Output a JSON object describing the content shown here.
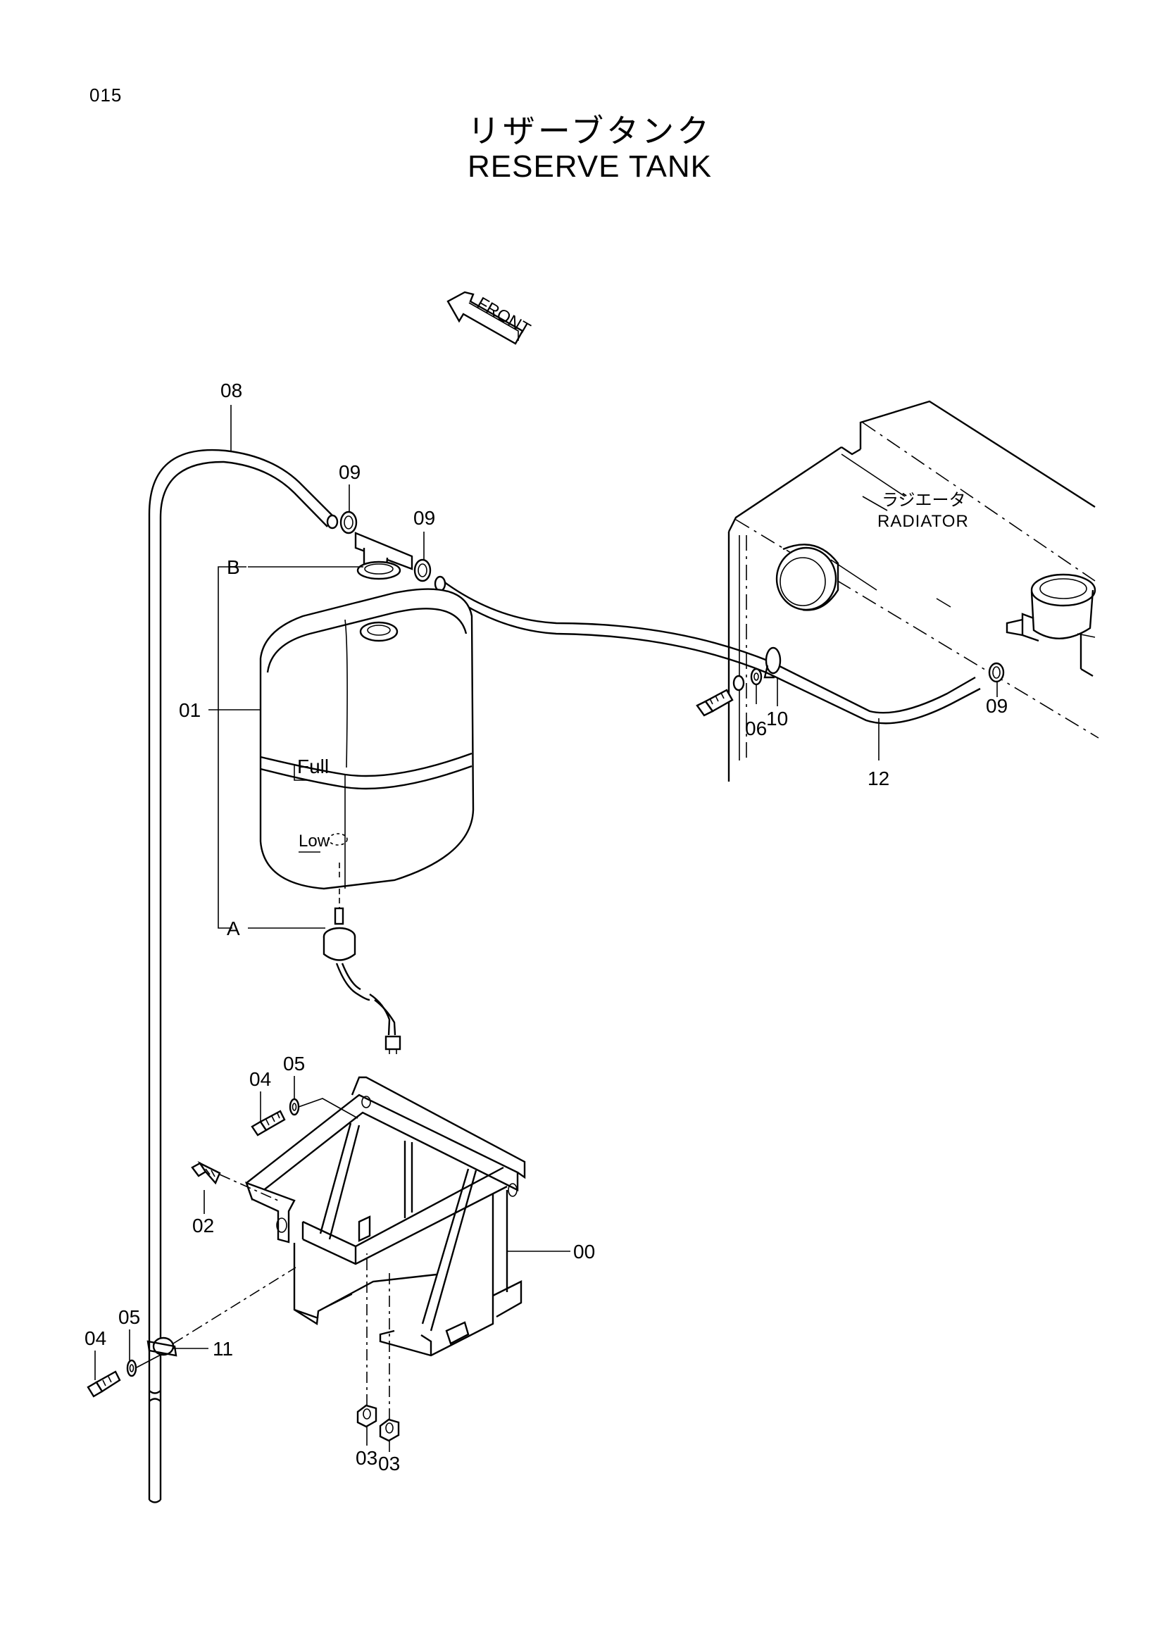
{
  "header": {
    "page_number": "015",
    "title_jp": "リザーブタンク",
    "title_en": "RESERVE TANK"
  },
  "orientation": {
    "front_label": "FRONT"
  },
  "radiator": {
    "label_jp": "ラジエータ",
    "label_en": "RADIATOR"
  },
  "tank_marks": {
    "full": "Full",
    "low": "Low"
  },
  "section_marks": {
    "a": "A",
    "b": "B"
  },
  "callouts": {
    "p00": "00",
    "p01": "01",
    "p02": "02",
    "p03a": "03",
    "p03b": "03",
    "p04a": "04",
    "p04b": "04",
    "p05a": "05",
    "p05b": "05",
    "p06": "06",
    "p08": "08",
    "p09a": "09",
    "p09b": "09",
    "p09c": "09",
    "p10": "10",
    "p11": "11",
    "p12": "12"
  }
}
